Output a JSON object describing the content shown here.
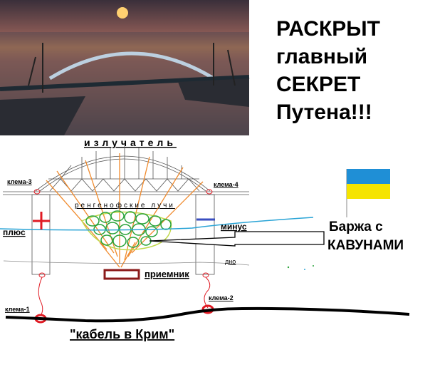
{
  "headline": [
    "РАСКРЫТ",
    "главный",
    "СЕКРЕТ",
    "Путена!!!"
  ],
  "diagram": {
    "emitter": "излучатель",
    "rays": "ренгенофские лучи",
    "plus": "плюс",
    "minus": "минус",
    "bottom": "дно",
    "receiver": "приемник",
    "clamps": [
      "клема-1",
      "клема-2",
      "клема-3",
      "клема-4"
    ],
    "cable": "\"кабель в Крим\"",
    "barge": [
      "Баржа с",
      "КАВУНАМИ"
    ]
  },
  "colors": {
    "flag_blue": "#1f8fd6",
    "flag_yellow": "#f5e400",
    "rays": "#f08a2c",
    "watermelons": "#2aa33a",
    "clamp": "#e01b24",
    "water": "#2aa4d6",
    "receiver": "#8b1a1a"
  }
}
